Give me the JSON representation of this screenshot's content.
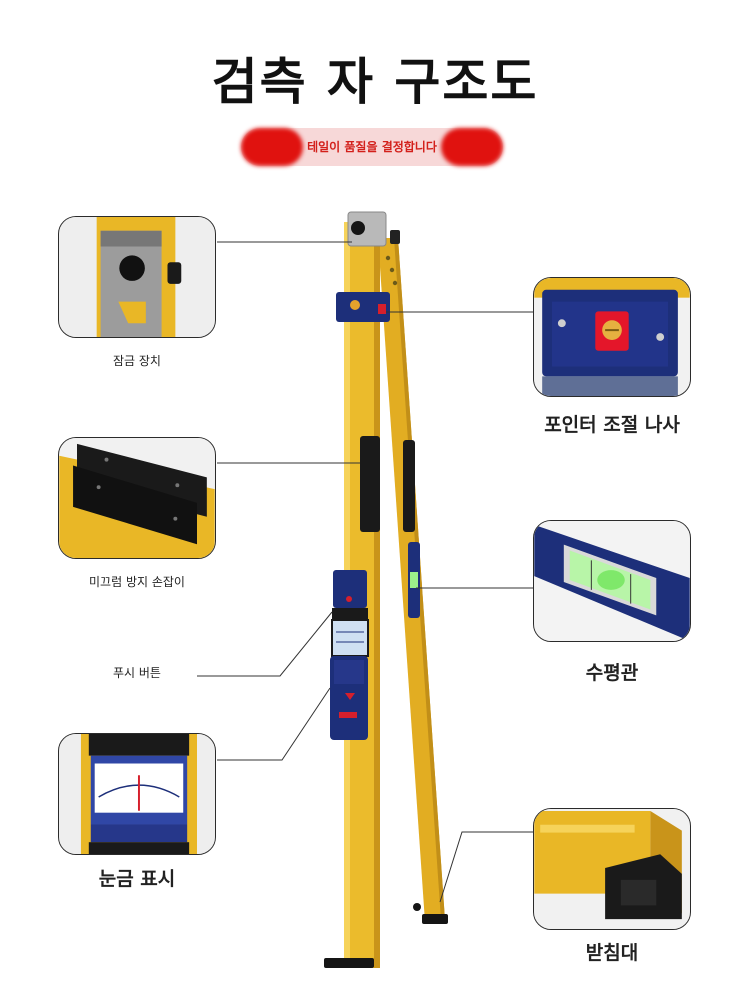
{
  "header": {
    "title": "검측 자 구조도",
    "banner": "테일이 품질을 결정합니다"
  },
  "callouts": {
    "lock": "잠금 장치",
    "pointer_screw": "포인터 조절 나사",
    "grip": "미끄럼 방지 손잡이",
    "level_vial": "수평관",
    "push_button": "푸시 버튼",
    "scale": "눈금 표시",
    "base": "받침대"
  },
  "colors": {
    "ruler_gold": "#e9b726",
    "ruler_shadow": "#c9941a",
    "navy": "#1d2f7a",
    "bubble_green": "#9cf08a",
    "banner_red": "#e0120f"
  }
}
